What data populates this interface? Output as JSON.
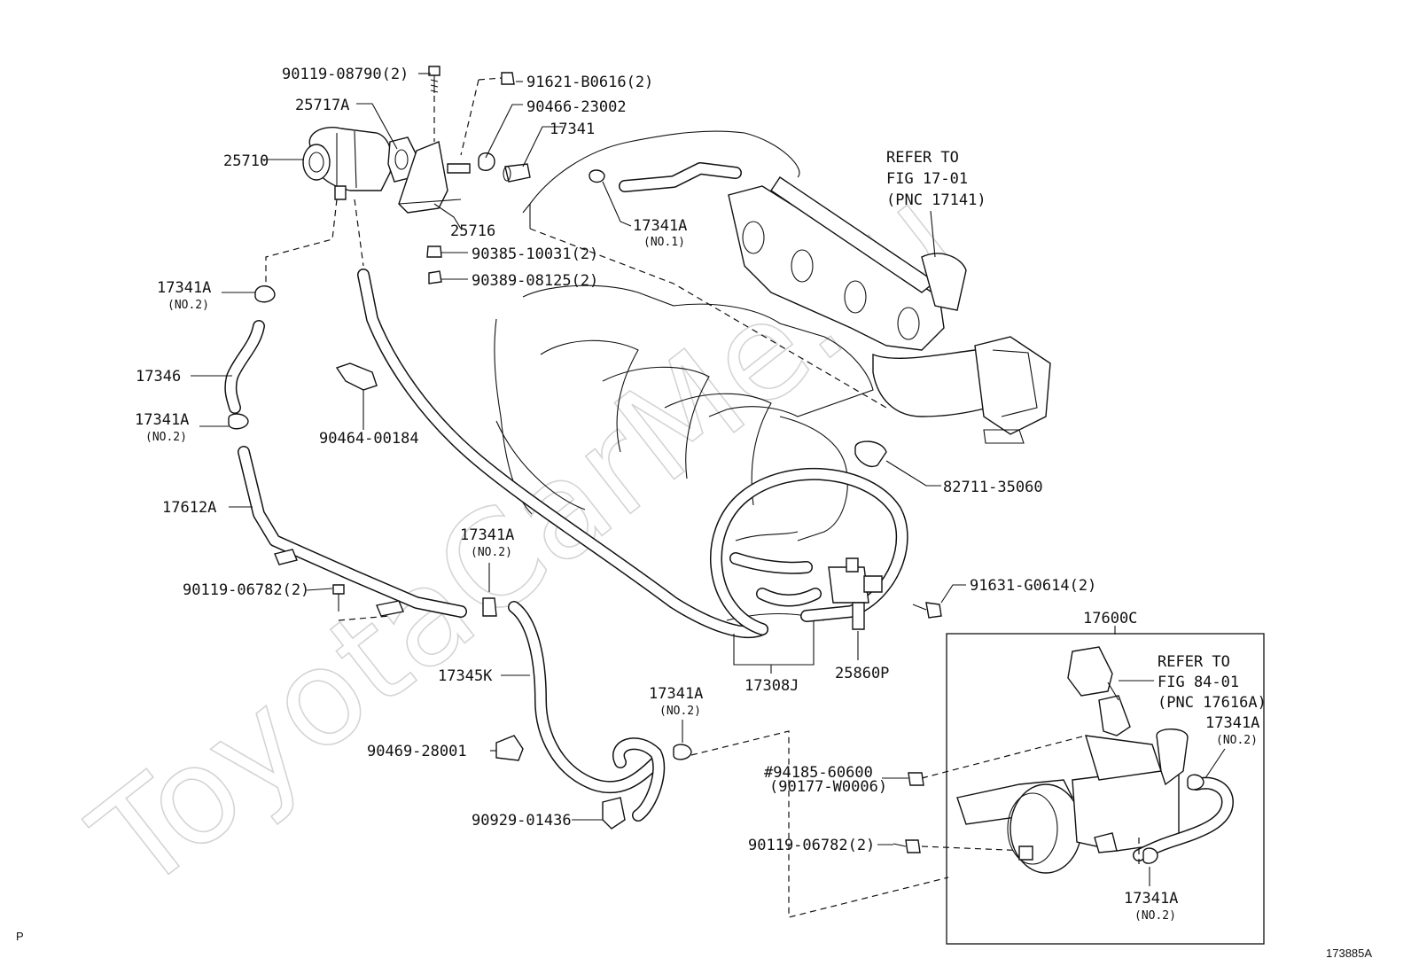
{
  "labels": {
    "p90119_08790": "90119-08790(2)",
    "p91621_b0616": "91621-B0616(2)",
    "p25717a": "25717A",
    "p90466_23002": "90466-23002",
    "p17341": "17341",
    "p25710": "25710",
    "p25716": "25716",
    "p90385_10031": "90385-10031(2)",
    "p90389_08125": "90389-08125(2)",
    "p17341a_1": "17341A",
    "no1": "(NO.1)",
    "refer1_line1": "REFER TO",
    "refer1_line2": "FIG 17-01",
    "refer1_line3": "(PNC 17141)",
    "p17341a_a": "17341A",
    "no2_a": "(NO.2)",
    "p17346": "17346",
    "p17341a_b": "17341A",
    "no2_b": "(NO.2)",
    "p90464_00184": "90464-00184",
    "p17612a": "17612A",
    "p82711_35060": "82711-35060",
    "p17341a_c": "17341A",
    "no2_c": "(NO.2)",
    "p90119_06782_a": "90119-06782(2)",
    "p91631_g0614": "91631-G0614(2)",
    "p17600c": "17600C",
    "p17345k": "17345K",
    "p17308j": "17308J",
    "p25860p": "25860P",
    "refer2_line1": "REFER TO",
    "refer2_line2": "FIG 84-01",
    "refer2_line3": "(PNC 17616A)",
    "p17341a_d": "17341A",
    "no2_d": "(NO.2)",
    "p17341a_e": "17341A",
    "no2_e": "(NO.2)",
    "p90469_28001": "90469-28001",
    "p94185_60600": "#94185-60600",
    "p90177_w0006": "(90177-W0006)",
    "p90929_01436": "90929-01436",
    "p90119_06782_b": "90119-06782(2)",
    "p17341a_f": "17341A",
    "no2_f": "(NO.2)",
    "corner_p": "P",
    "figure_id": "173885A"
  },
  "watermark": "ToyotaCarMe.ru"
}
